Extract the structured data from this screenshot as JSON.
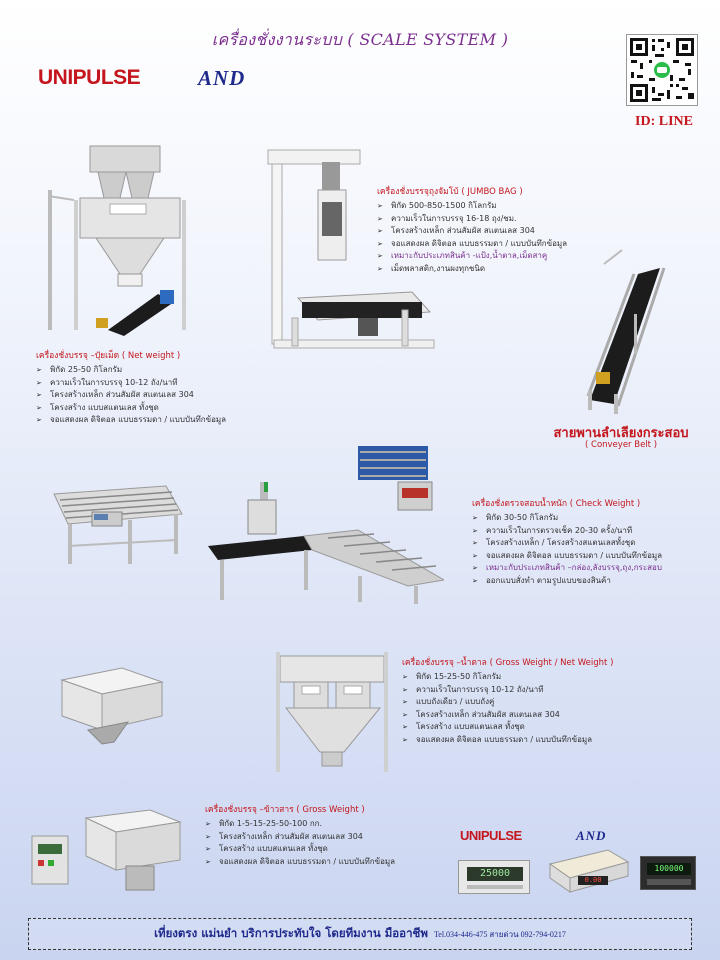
{
  "header": {
    "title": "เครื่องชั่งงานระบบ ( SCALE SYSTEM )",
    "logo_unipulse": "UNIPULSE",
    "logo_and": "AND",
    "line_id": "ID: LINE"
  },
  "jumbo": {
    "title": "เครื่องชั่งบรรจุถุงจัมโบ้  ( JUMBO BAG )",
    "items": [
      "พิกัด 500-850-1500 กิโลกรัม",
      "ความเร็วในการบรรจุ 16-18 ถุง/ชม.",
      "โครงสร้างเหล็ก ส่วนสัมผัส สแตนเลส 304",
      "จอแสดงผล ดิจิตอล แบบธรรมดา / แบบบันทึกข้อมูล",
      "เหมาะกับประเภทสินค้า -แป้ง,น้ำตาล,เม็ดสาคู",
      "เม็ดพลาสติก,งานผงทุกชนิด"
    ]
  },
  "net": {
    "title": "เครื่องชั่งบรรจุ –ปุ๋ยเม็ด ( Net weight )",
    "items": [
      "พิกัด 25-50 กิโลกรัม",
      "ความเร็วในการบรรจุ 10-12 ถัง/นาที",
      "โครงสร้างเหล็ก ส่วนสัมผัส สแตนเลส 304",
      "โครงสร้าง แบบสแตนเลส ทั้งชุด",
      "จอแสดงผล ดิจิตอล แบบธรรมดา / แบบบันทึกข้อมูล"
    ]
  },
  "conveyor": {
    "title": "สายพานลำเลียงกระสอบ",
    "subtitle": "( Conveyer Belt )"
  },
  "check": {
    "title": "เครื่องชั่งตรวจสอบน้ำหนัก ( Check Weight )",
    "items": [
      "พิกัด 30-50 กิโลกรัม",
      "ความเร็วในการตรวจเช็ค 20-30 ครั้ง/นาที",
      "โครงสร้างเหล็ก / โครงสร้างสแตนเลสทั้งชุด",
      "จอแสดงผล ดิจิตอล แบบธรรมดา / แบบบันทึกข้อมูล",
      "เหมาะกับประเภทสินค้า –กล่อง,ลังบรรจุ,ถุง,กระสอบ",
      "ออกแบบสั่งทำ ตามรูปแบบของสินค้า"
    ]
  },
  "gross_net": {
    "title": "เครื่องชั่งบรรจุ –น้ำตาล ( Gross Weight / Net Weight )",
    "items": [
      "พิกัด  15-25-50 กิโลกรัม",
      "ความเร็วในการบรรจุ 10-12 ถัง/นาที",
      "แบบถังเดียว / แบบถังคู่",
      "โครงสร้างเหล็ก ส่วนสัมผัส สแตนเลส 304",
      "โครงสร้าง แบบสแตนเลส ทั้งชุด",
      "จอแสดงผล ดิจิตอล แบบธรรมดา / แบบบันทึกข้อมูล"
    ]
  },
  "gross": {
    "title": "เครื่องชั่งบรรจุ –ข้าวสาร  ( Gross Weight )",
    "items": [
      "พิกัด 1-5-15-25-50-100 กก.",
      "โครงสร้างเหล็ก ส่วนสัมผัส สแตนเลส 304",
      "โครงสร้าง แบบสแตนเลส ทั้งชุด",
      "จอแสดงผล ดิจิตอล แบบธรรมดา / แบบบันทึกข้อมูล"
    ]
  },
  "indicators": {
    "logo_unipulse": "UNIPULSE",
    "logo_and": "AND",
    "display1": "25000",
    "display2": "0.00",
    "display3": "100000"
  },
  "footer": {
    "slogan": "เที่ยงตรง แม่นยำ บริการประทับใจ  โดยทีมงาน มืออาชีพ",
    "contact": "Tel.034-446-475  สายด่วน  092-794-0217"
  },
  "colors": {
    "title": "#7b2f8f",
    "heading": "#c4161c",
    "brand_blue": "#1f2a8c"
  }
}
